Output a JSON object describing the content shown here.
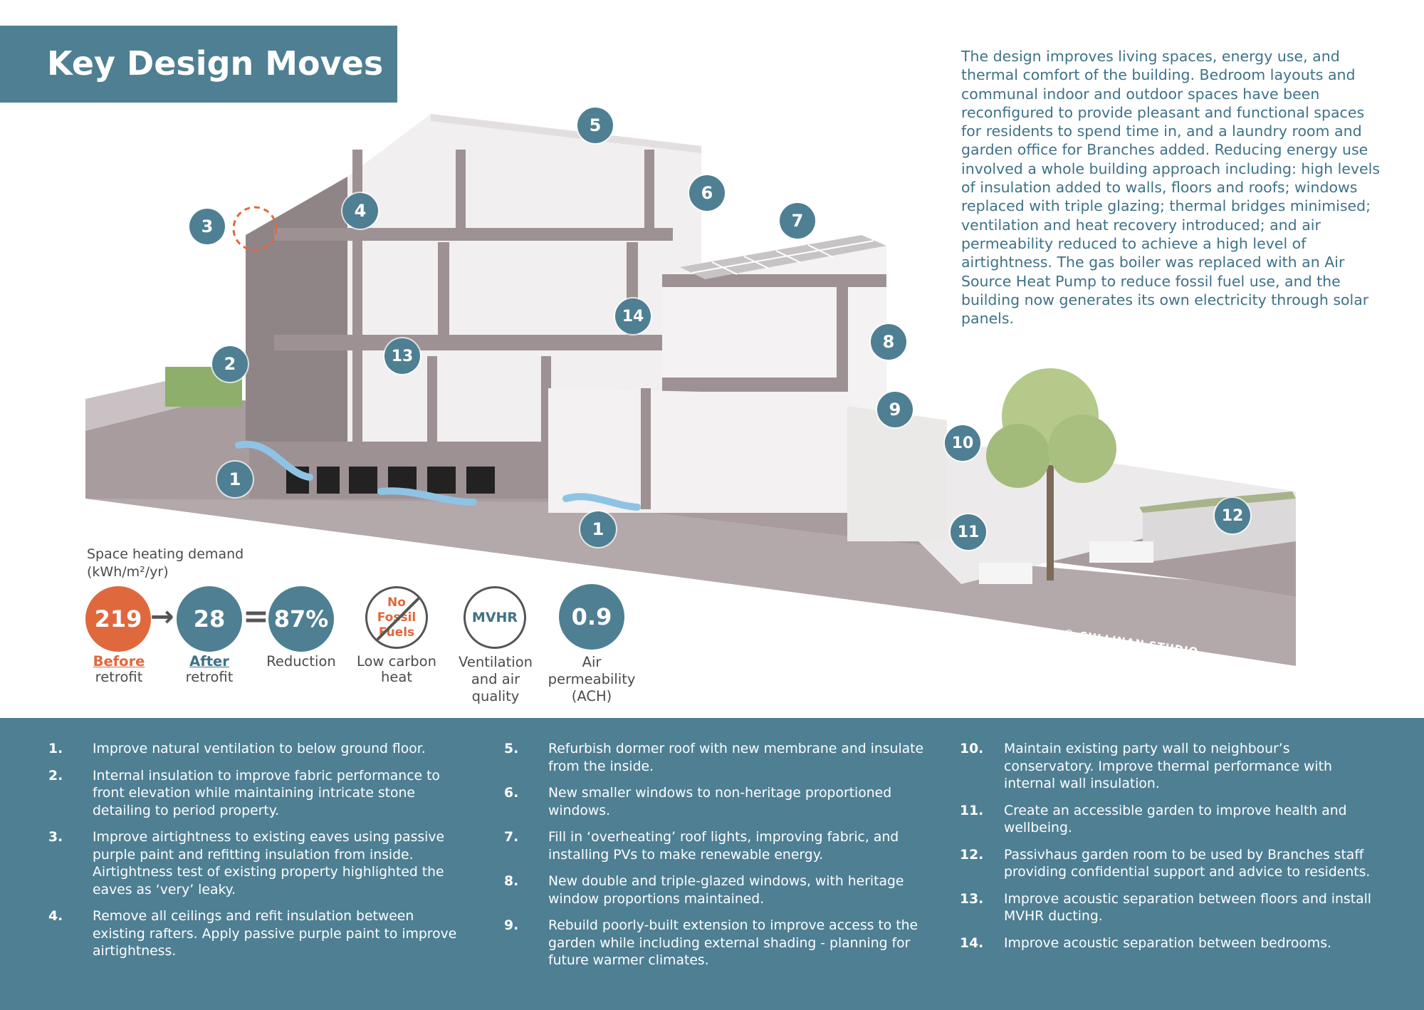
{
  "title": "Key Design Moves",
  "intro": "The design improves living spaces, energy use, and thermal comfort of the building. Bedroom layouts and communal indoor and outdoor spaces have been reconfigured to provide pleasant and functional spaces for residents to spend time in, and a laundry room and garden office for Branches added. Reducing energy use involved a whole building approach including: high levels of insulation added to walls, floors and roofs; windows replaced with triple glazing; thermal bridges minimised; ventilation and heat recovery introduced; and air permeability reduced to achieve a high level of airtightness. The gas boiler was replaced with an Air Source Heat Pump to reduce fossil fuel use, and the building now generates its own electricity through solar panels.",
  "markers": [
    "1",
    "1",
    "2",
    "3",
    "4",
    "5",
    "6",
    "7",
    "8",
    "9",
    "10",
    "11",
    "12",
    "13",
    "14"
  ],
  "credit": "© CULLINAN STUDIO",
  "metrics": {
    "label_line1": "Space heating demand",
    "label_line2": "(kWh/m²/yr)",
    "before_value": "219",
    "before_word": "Before",
    "before_sub": "retrofit",
    "after_value": "28",
    "after_word": "After",
    "after_sub": "retrofit",
    "arrow": "→",
    "equals": "=",
    "reduction_value": "87%",
    "reduction_label": "Reduction",
    "nofossil_icon_text": "No Fossil Fuels",
    "nofossil_label": "Low carbon heat",
    "mvhr_icon_text": "MVHR",
    "mvhr_label": "Ventilation and air quality",
    "air_value": "0.9",
    "air_label": "Air permeability (ACH)"
  },
  "colors": {
    "teal": "#4e7f93",
    "orange": "#e0683d",
    "ground": "#a89c9e",
    "wall": "#9e9193"
  },
  "list": [
    {
      "num": "1.",
      "text": "Improve natural ventilation to below ground floor."
    },
    {
      "num": "2.",
      "text": "Internal insulation to improve fabric performance to front elevation while maintaining intricate stone detailing to period property."
    },
    {
      "num": "3.",
      "text": "Improve airtightness to existing eaves using passive purple paint and refitting insulation from inside. Airtightness test of existing property highlighted the eaves as ‘very’ leaky."
    },
    {
      "num": "4.",
      "text": "Remove all ceilings and refit insulation between existing rafters. Apply passive purple paint to improve airtightness."
    },
    {
      "num": "5.",
      "text": "Refurbish dormer roof with new membrane and insulate from the inside."
    },
    {
      "num": "6.",
      "text": "New smaller windows to non-heritage proportioned windows."
    },
    {
      "num": "7.",
      "text": "Fill in ‘overheating’ roof lights, improving fabric, and installing PVs to make renewable energy."
    },
    {
      "num": "8.",
      "text": "New double and triple-glazed windows, with heritage window proportions maintained."
    },
    {
      "num": "9.",
      "text": "Rebuild poorly-built extension to improve access to the garden while including external shading - planning for future warmer climates."
    },
    {
      "num": "10.",
      "text": "Maintain existing party wall to neighbour’s conservatory. Improve thermal performance with internal wall insulation."
    },
    {
      "num": "11.",
      "text": "Create an accessible garden to improve health and wellbeing."
    },
    {
      "num": "12.",
      "text": "Passivhaus garden room to be used by Branches staff providing confidential support and advice to residents."
    },
    {
      "num": "13.",
      "text": "Improve acoustic separation between floors and install MVHR ducting."
    },
    {
      "num": "14.",
      "text": "Improve acoustic separation between bedrooms."
    }
  ]
}
